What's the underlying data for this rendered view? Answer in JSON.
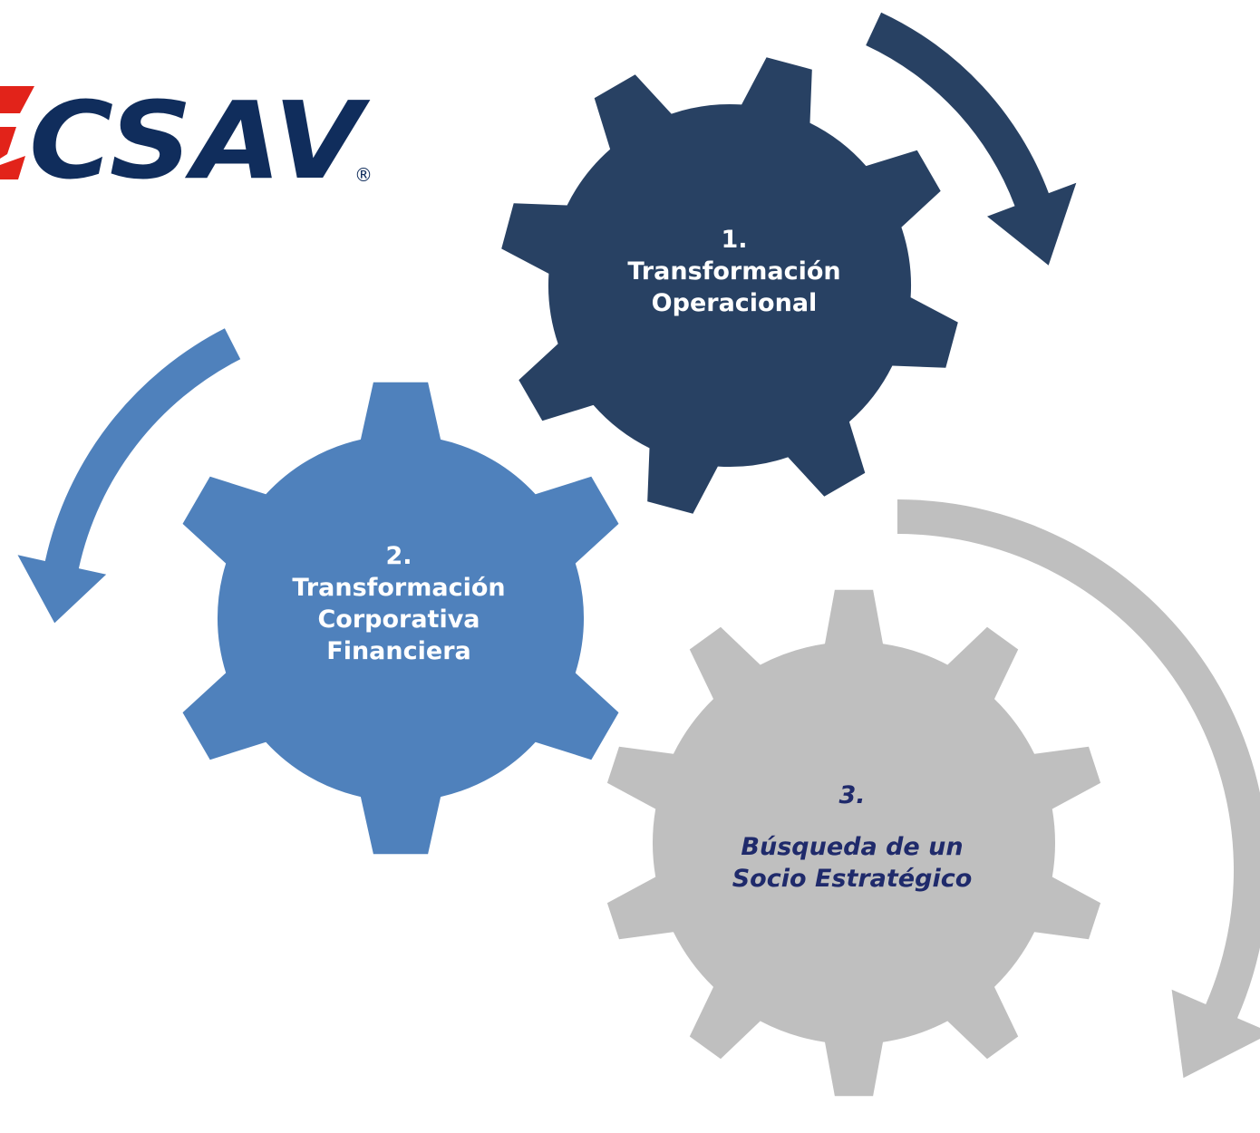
{
  "logo": {
    "text": "CSAV",
    "registered_mark": "®",
    "text_color": "#102d5c",
    "emblem_color": "#e2231a"
  },
  "gears": [
    {
      "number": "1.",
      "lines": [
        "Transformación",
        "Operacional"
      ],
      "fill": "#284163",
      "text_color": "#ffffff"
    },
    {
      "number": "2.",
      "lines": [
        "Transformación",
        "Corporativa",
        "Financiera"
      ],
      "fill": "#4f81bc",
      "text_color": "#ffffff"
    },
    {
      "number": "3.",
      "lines": [
        "Búsqueda de un",
        "Socio Estratégico"
      ],
      "fill": "#bfbfbf",
      "text_color": "#1f2a6b"
    }
  ],
  "arrows": [
    {
      "direction": "clockwise",
      "color": "#284163"
    },
    {
      "direction": "counter-clockwise",
      "color": "#4f81bc"
    },
    {
      "direction": "clockwise",
      "color": "#bfbfbf"
    }
  ]
}
